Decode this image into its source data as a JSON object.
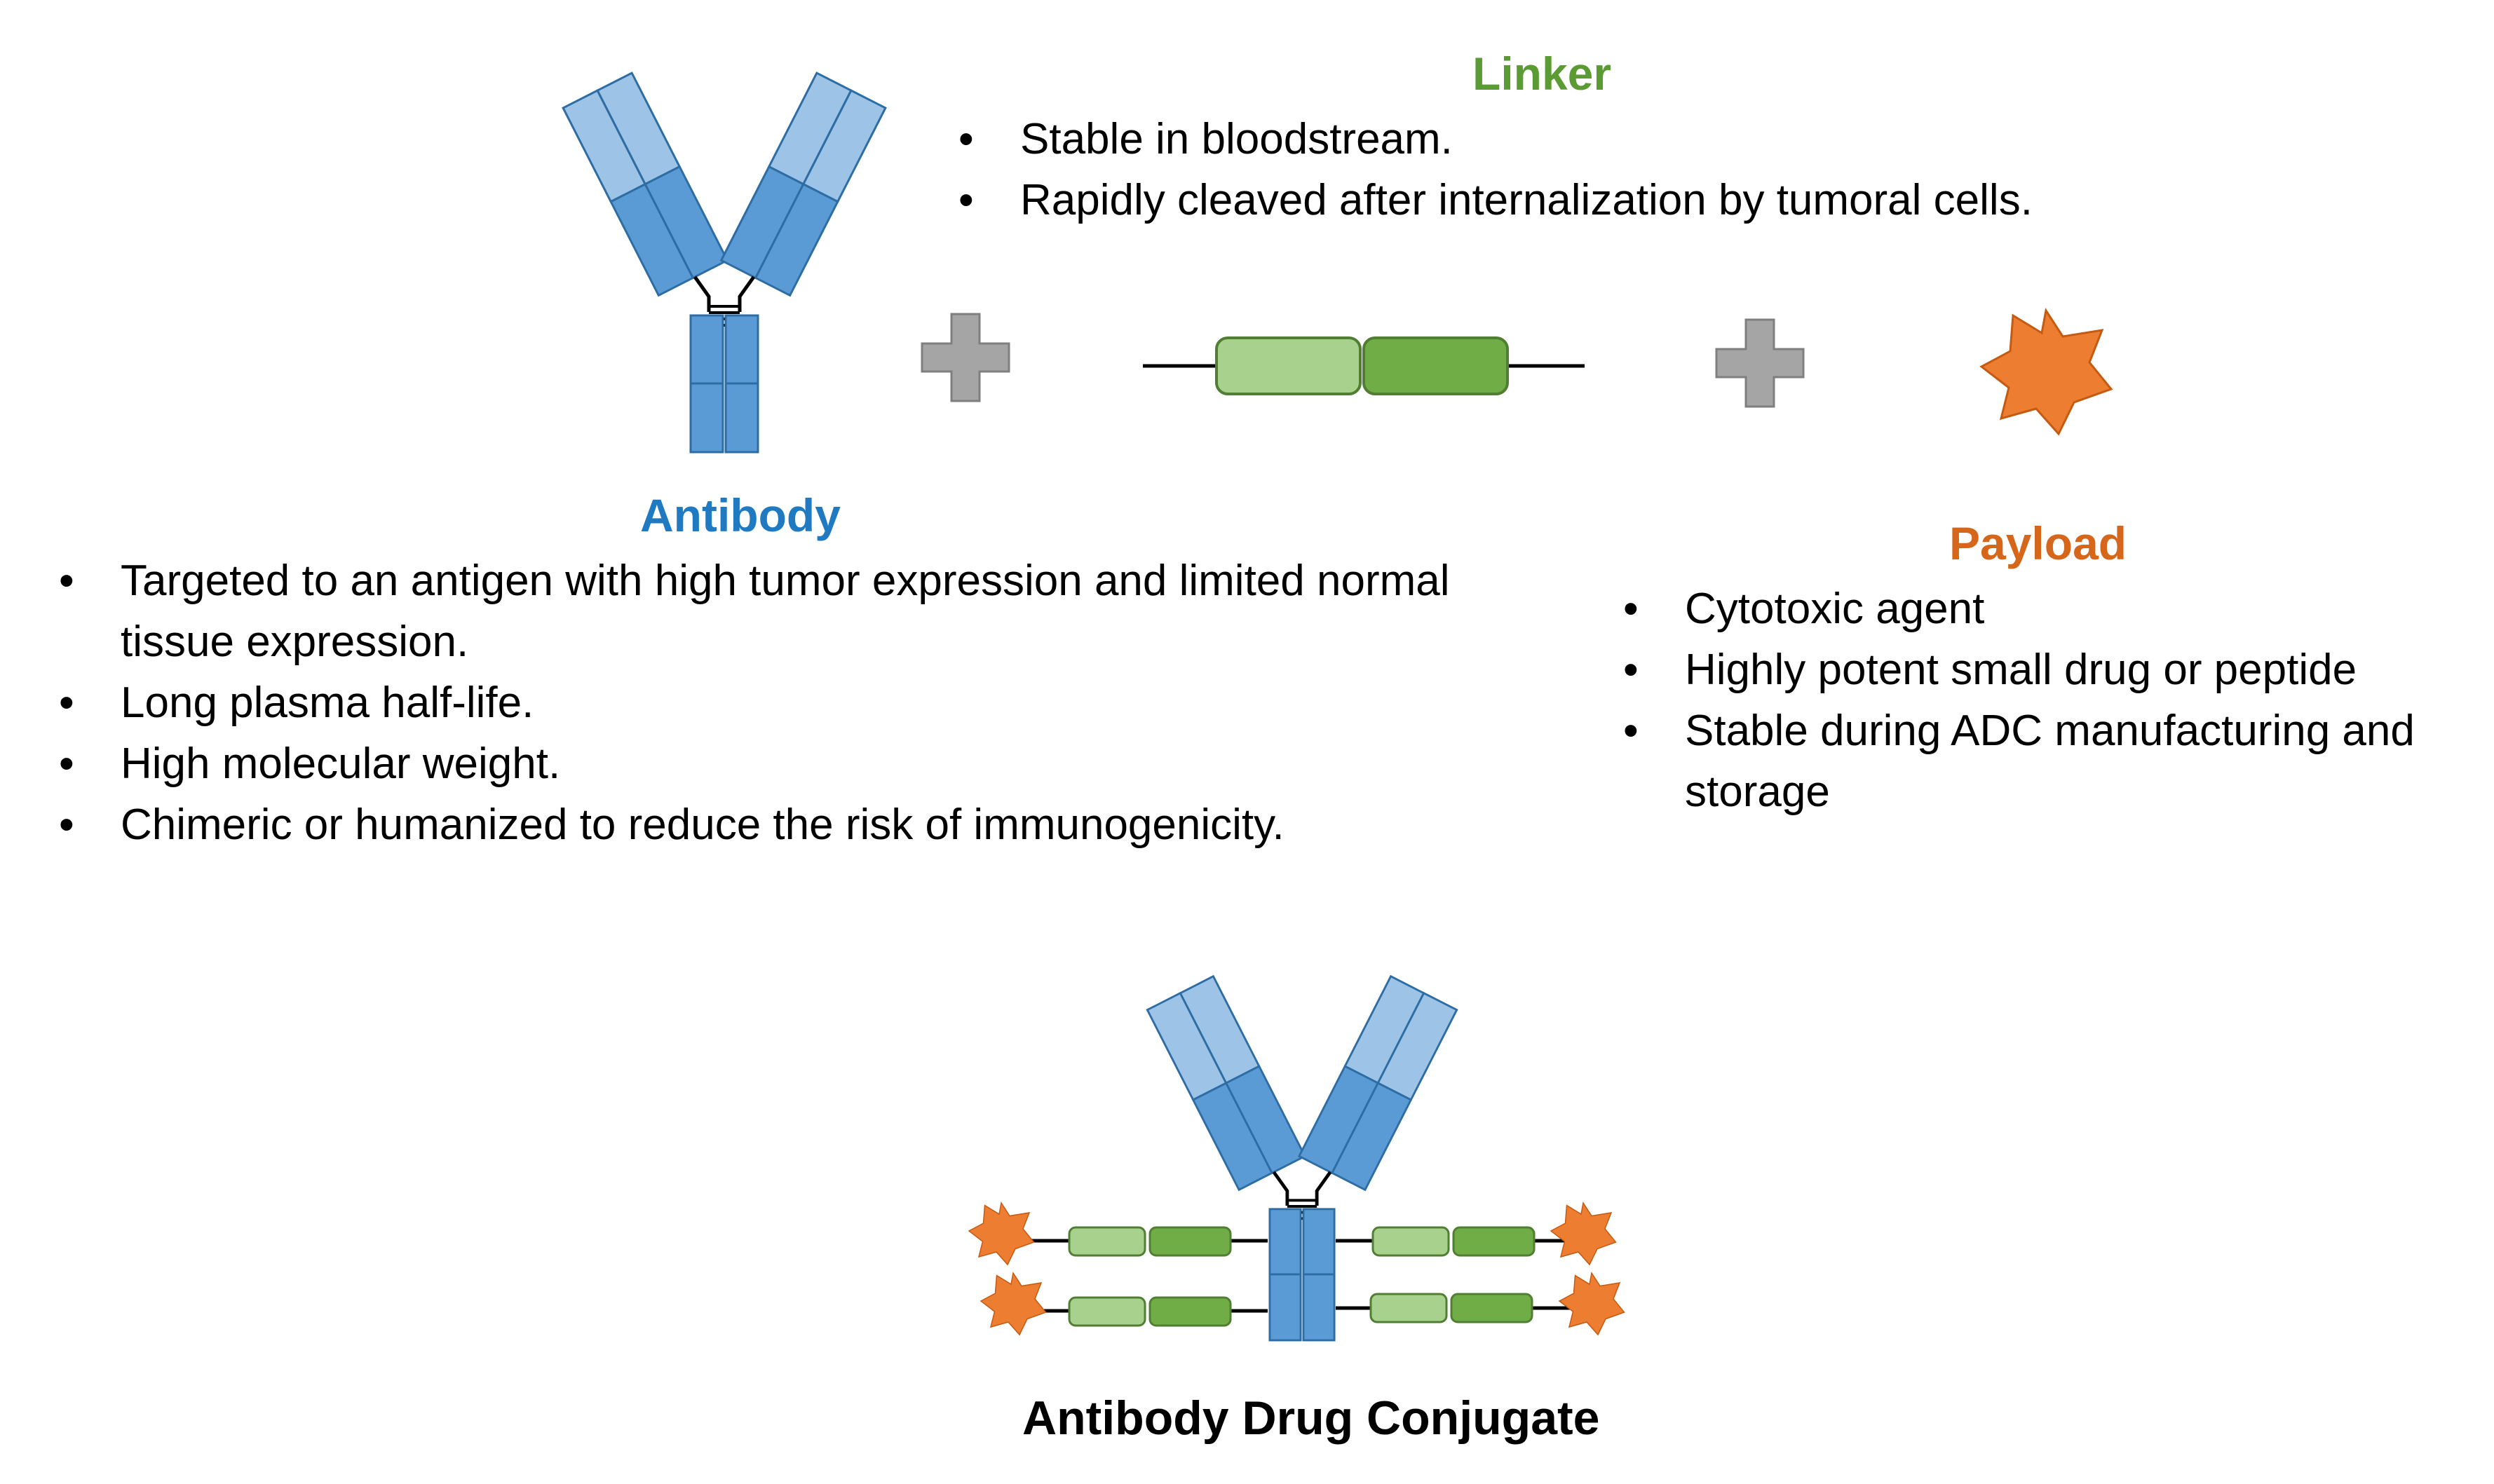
{
  "antibody": {
    "title": "Antibody",
    "bullets": [
      "Targeted to an antigen with high tumor expression and limited normal tissue expression.",
      "Long plasma half-life.",
      "High molecular weight.",
      "Chimeric or humanized to reduce the risk of immunogenicity."
    ]
  },
  "linker": {
    "title": "Linker",
    "bullets": [
      "Stable in bloodstream.",
      "Rapidly cleaved after internalization by tumoral cells."
    ]
  },
  "payload": {
    "title": "Payload",
    "bullets": [
      "Cytotoxic agent",
      "Highly potent small drug or peptide",
      "Stable during ADC manufacturing and storage"
    ]
  },
  "conjugate": {
    "title": "Antibody Drug Conjugate"
  },
  "colors": {
    "antibody_light": "#9dc3e6",
    "antibody_dark": "#5b9bd5",
    "antibody_stroke": "#2e6da4",
    "linker_light": "#a9d18e",
    "linker_dark": "#70ad47",
    "linker_stroke": "#507e32",
    "payload": "#ed7d31",
    "plus": "#a5a5a5"
  }
}
